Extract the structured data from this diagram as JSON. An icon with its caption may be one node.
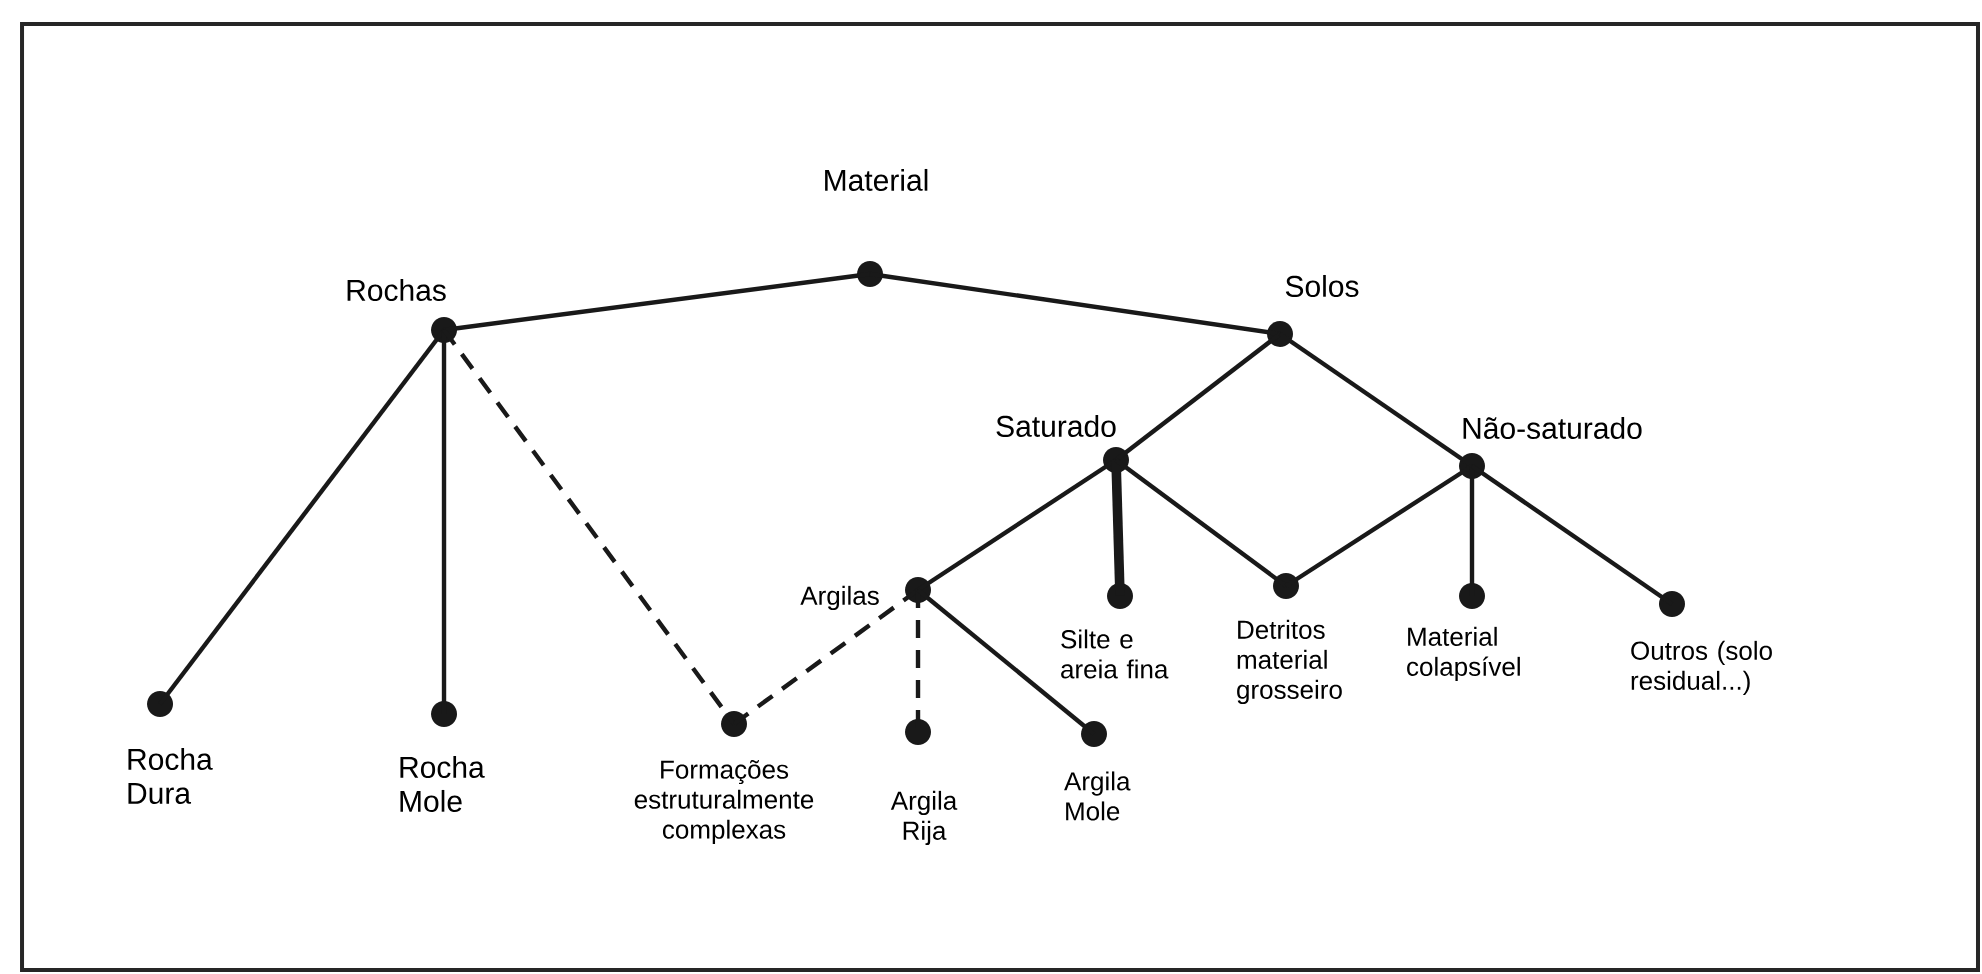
{
  "diagram": {
    "nodes": [
      {
        "text": [
          "Material"
        ]
      },
      {
        "text": [
          "Rochas"
        ]
      },
      {
        "text": [
          "Solos"
        ]
      },
      {
        "text": [
          "Saturado"
        ]
      },
      {
        "text": [
          "Não-saturado"
        ]
      },
      {
        "text": [
          "Argilas"
        ]
      },
      {
        "text": [
          "Silte e areia fina"
        ]
      },
      {
        "text": [
          "Detritos material grosseiro"
        ]
      },
      {
        "text": [
          "Material colapsível"
        ]
      },
      {
        "text": [
          "Outros (solo residual...)"
        ]
      },
      {
        "text": [
          "Rocha Dura"
        ]
      },
      {
        "text": [
          "Rocha Mole"
        ]
      },
      {
        "text": [
          "Formações estruturalmente complexas"
        ]
      },
      {
        "text": [
          "Argila Rija"
        ]
      },
      {
        "text": [
          "Argila Mole"
        ]
      }
    ],
    "edges": [
      {
        "from": 0,
        "to": 1,
        "arrow": "none"
      },
      {
        "from": 0,
        "to": 2,
        "arrow": "none"
      },
      {
        "from": 1,
        "to": 10,
        "arrow": "none"
      },
      {
        "from": 1,
        "to": 11,
        "arrow": "none"
      },
      {
        "from": 1,
        "to": 12,
        "arrow": "none",
        "style": "dashed"
      },
      {
        "from": 5,
        "to": 12,
        "arrow": "none",
        "style": "dashed"
      },
      {
        "from": 2,
        "to": 3,
        "arrow": "none"
      },
      {
        "from": 2,
        "to": 4,
        "arrow": "none"
      },
      {
        "from": 3,
        "to": 5,
        "arrow": "none"
      },
      {
        "from": 3,
        "to": 6,
        "arrow": "none",
        "style": "thick"
      },
      {
        "from": 3,
        "to": 7,
        "arrow": "none"
      },
      {
        "from": 4,
        "to": 7,
        "arrow": "none"
      },
      {
        "from": 4,
        "to": 8,
        "arrow": "none"
      },
      {
        "from": 4,
        "to": 9,
        "arrow": "none"
      },
      {
        "from": 5,
        "to": 13,
        "arrow": "none",
        "style": "dashed"
      },
      {
        "from": 5,
        "to": 14,
        "arrow": "none"
      }
    ]
  }
}
